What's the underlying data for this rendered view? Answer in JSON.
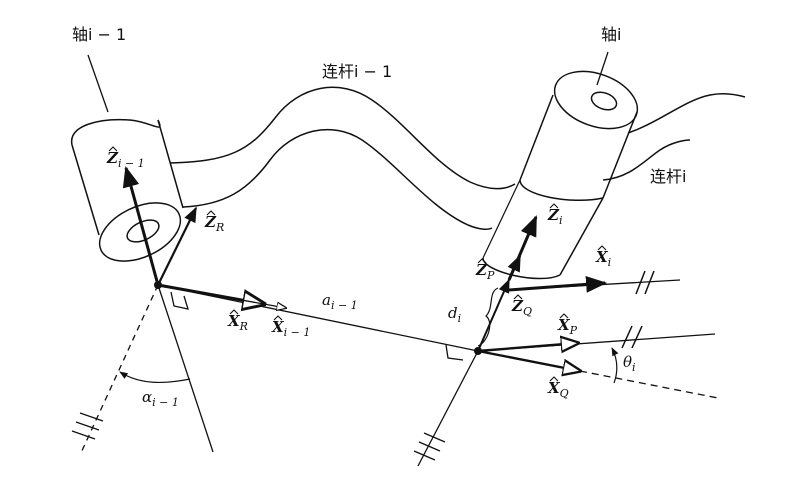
{
  "labels": {
    "axis_i_minus_1": "轴i − 1",
    "axis_i": "轴i",
    "link_i_minus_1": "连杆i − 1",
    "link_i": "连杆i"
  },
  "vectors": {
    "z_i_minus_1": {
      "hat": "Z",
      "sub": "i − 1"
    },
    "z_r": {
      "hat": "Z",
      "sub": "R"
    },
    "x_r": {
      "hat": "X",
      "sub": "R"
    },
    "x_i_minus_1": {
      "hat": "X",
      "sub": "i − 1"
    },
    "z_i": {
      "hat": "Z",
      "sub": "i"
    },
    "x_i": {
      "hat": "X",
      "sub": "i"
    },
    "z_p": {
      "hat": "Z",
      "sub": "P"
    },
    "z_q": {
      "hat": "Z",
      "sub": "Q"
    },
    "x_p": {
      "hat": "X",
      "sub": "P"
    },
    "x_q": {
      "hat": "X",
      "sub": "Q"
    }
  },
  "params": {
    "a": {
      "sym": "a",
      "sub": "i − 1"
    },
    "d": {
      "sym": "d",
      "sub": "i"
    },
    "alpha": {
      "sym": "α",
      "sub": "i − 1"
    },
    "theta": {
      "sym": "θ",
      "sub": "i"
    }
  }
}
